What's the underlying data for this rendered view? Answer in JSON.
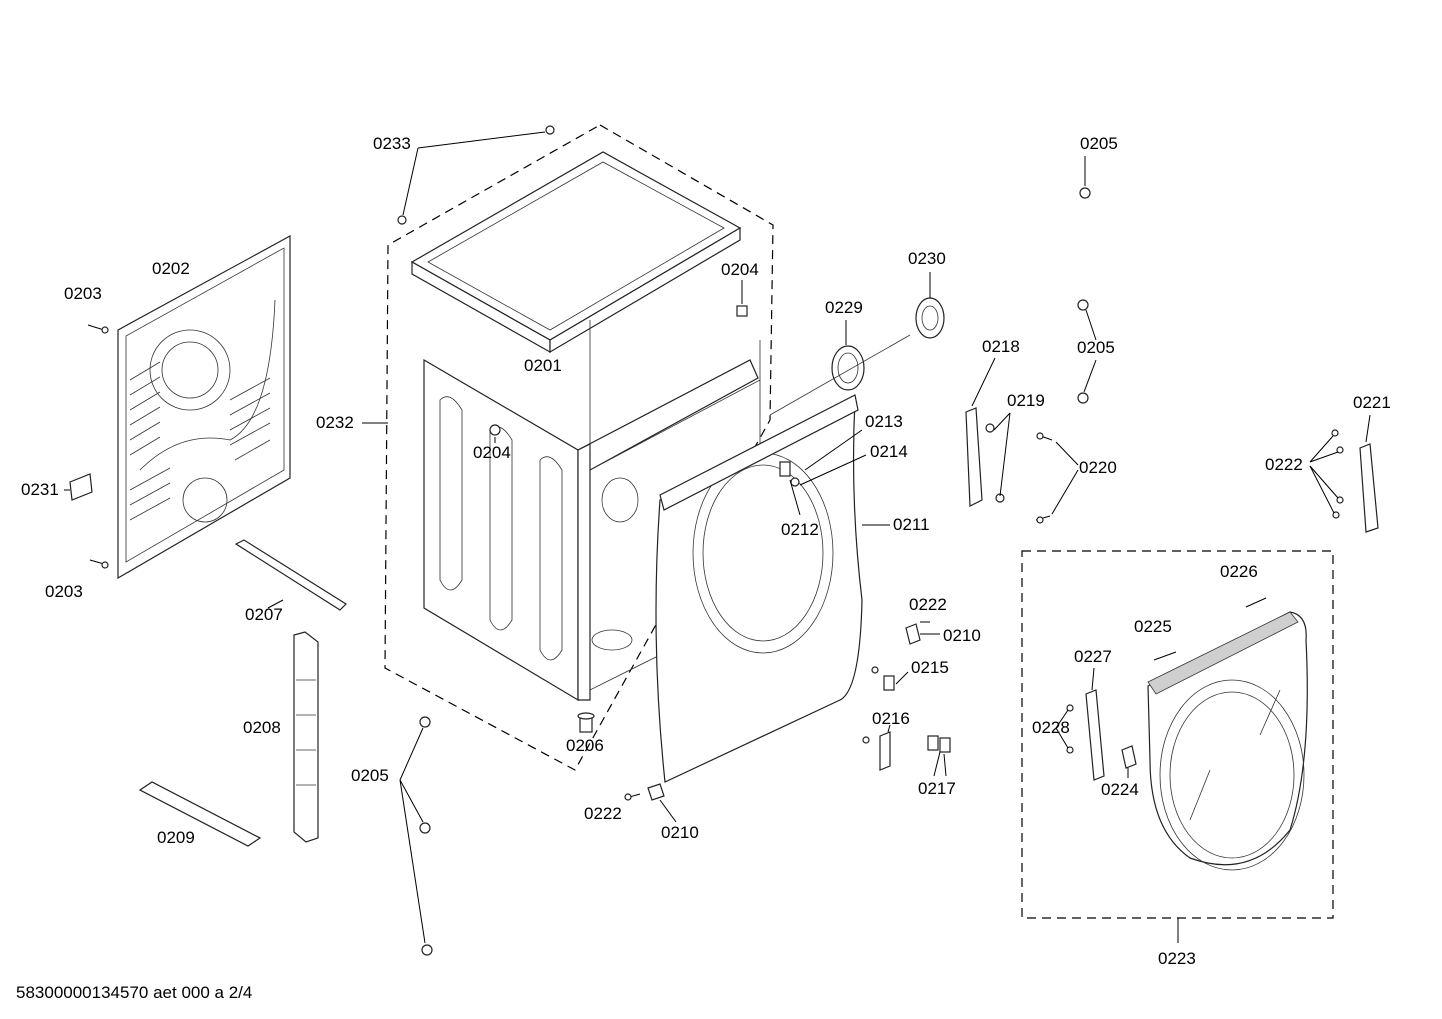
{
  "callouts": {
    "c0201": "0201",
    "c0202": "0202",
    "c0203a": "0203",
    "c0203b": "0203",
    "c0204a": "0204",
    "c0204b": "0204",
    "c0205a": "0205",
    "c0205b": "0205",
    "c0205c": "0205",
    "c0206": "0206",
    "c0207": "0207",
    "c0208": "0208",
    "c0209": "0209",
    "c0210a": "0210",
    "c0210b": "0210",
    "c0211": "0211",
    "c0212": "0212",
    "c0213": "0213",
    "c0214": "0214",
    "c0215": "0215",
    "c0216": "0216",
    "c0217": "0217",
    "c0218": "0218",
    "c0219": "0219",
    "c0220": "0220",
    "c0221": "0221",
    "c0222a": "0222",
    "c0222b": "0222",
    "c0222c": "0222",
    "c0223": "0223",
    "c0224": "0224",
    "c0225": "0225",
    "c0226": "0226",
    "c0227": "0227",
    "c0228": "0228",
    "c0229": "0229",
    "c0230": "0230",
    "c0231": "0231",
    "c0232": "0232",
    "c0233": "0233"
  },
  "footer": "58300000134570 aet 000 a 2/4"
}
